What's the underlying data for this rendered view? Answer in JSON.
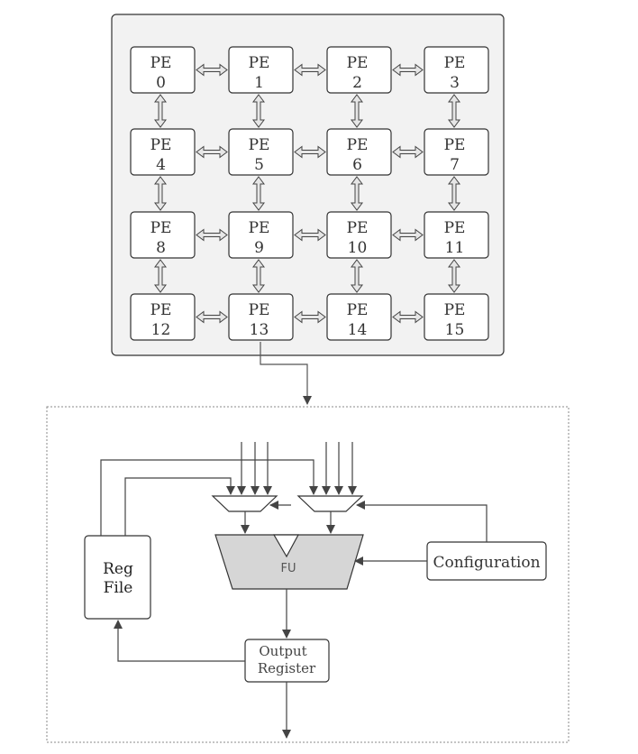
{
  "pe_grid": {
    "rows": 4,
    "cols": 4,
    "pe_prefix": "PE",
    "pe_ids": [
      "0",
      "1",
      "2",
      "3",
      "4",
      "5",
      "6",
      "7",
      "8",
      "9",
      "10",
      "11",
      "12",
      "13",
      "14",
      "15"
    ],
    "expanded_pe": "13"
  },
  "pe_detail": {
    "reg_file_line1": "Reg",
    "reg_file_line2": "File",
    "fu_label": "FU",
    "configuration_label": "Configuration",
    "output_register_line1": "Output",
    "output_register_line2": "Register"
  },
  "colors": {
    "grid_background": "#f2f2f2",
    "fu_fill": "#d6d6d6",
    "arrow_fill": "#e6e6e6",
    "stroke": "#444444"
  }
}
